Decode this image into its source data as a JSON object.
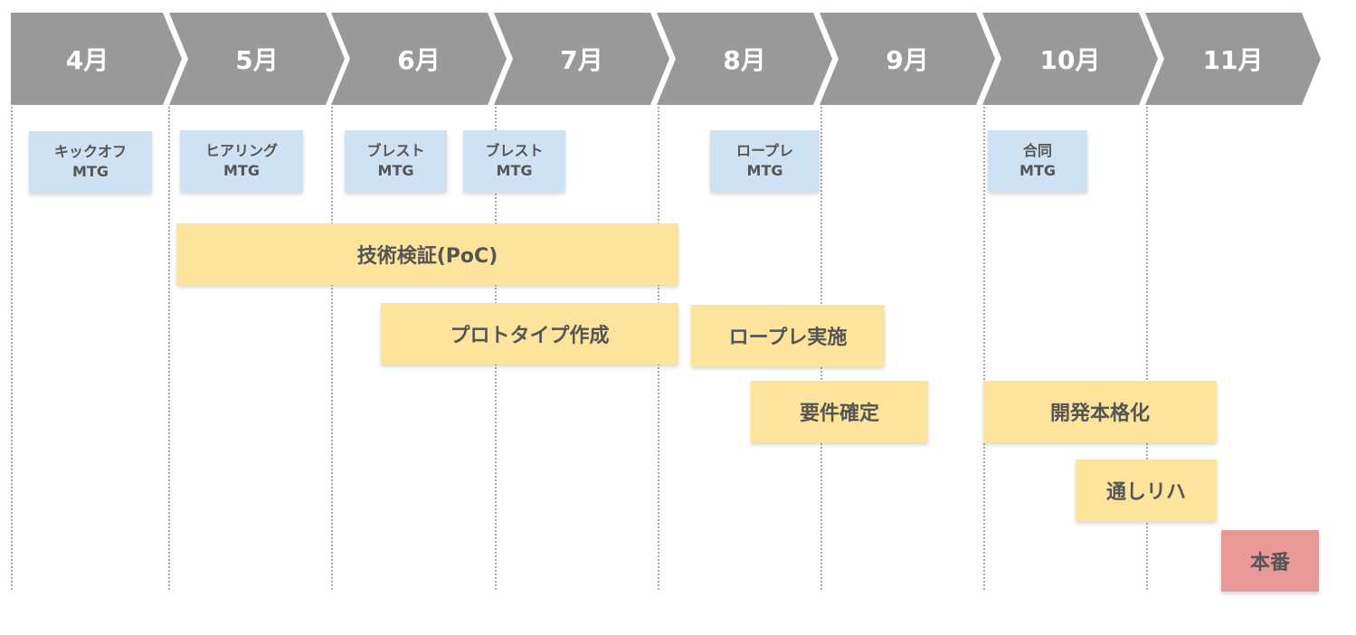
{
  "months": [
    "4月",
    "5月",
    "6月",
    "7月",
    "8月",
    "9月",
    "10月",
    "11月"
  ],
  "meetings": [
    {
      "line1": "キックオフ",
      "line2": "MTG"
    },
    {
      "line1": "ヒアリング",
      "line2": "MTG"
    },
    {
      "line1": "ブレスト",
      "line2": "MTG"
    },
    {
      "line1": "ブレスト",
      "line2": "MTG"
    },
    {
      "line1": "ロープレ",
      "line2": "MTG"
    },
    {
      "line1": "合同",
      "line2": "MTG"
    }
  ],
  "tasks": [
    "技術検証(PoC)",
    "プロトタイプ作成",
    "ロープレ実施",
    "要件確定",
    "開発本格化",
    "通しリハ"
  ],
  "launch": "本番",
  "colors": {
    "chevron": "#999999",
    "meeting": "#cfe2f3",
    "task": "#fde49c",
    "launch": "#ea9999",
    "note_text": "#555555"
  }
}
